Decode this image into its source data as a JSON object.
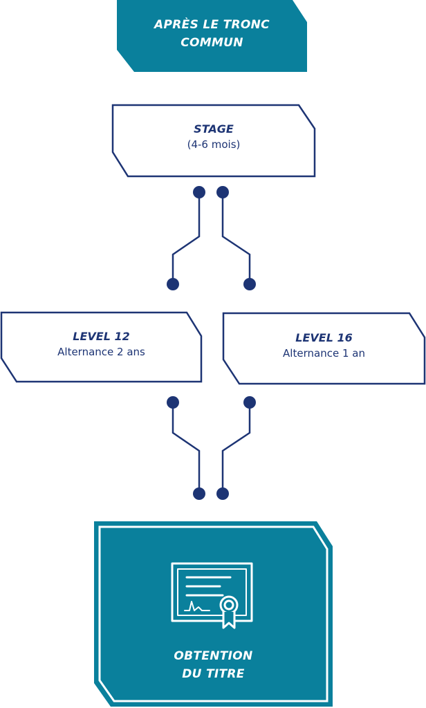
{
  "header": {
    "line1": "APRÈS LE TRONC",
    "line2": "COMMUN"
  },
  "stage": {
    "title": "STAGE",
    "subtitle": "(4-6 mois)"
  },
  "level12": {
    "title": "LEVEL 12",
    "subtitle": "Alternance 2 ans"
  },
  "level16": {
    "title": "LEVEL 16",
    "subtitle": "Alternance 1 an"
  },
  "result": {
    "line1": "OBTENTION",
    "line2": "DU TITRE"
  },
  "icons": {
    "certificate": "certificate-icon"
  },
  "colors": {
    "teal": "#0a809c",
    "navy": "#1d3474",
    "white": "#ffffff"
  }
}
